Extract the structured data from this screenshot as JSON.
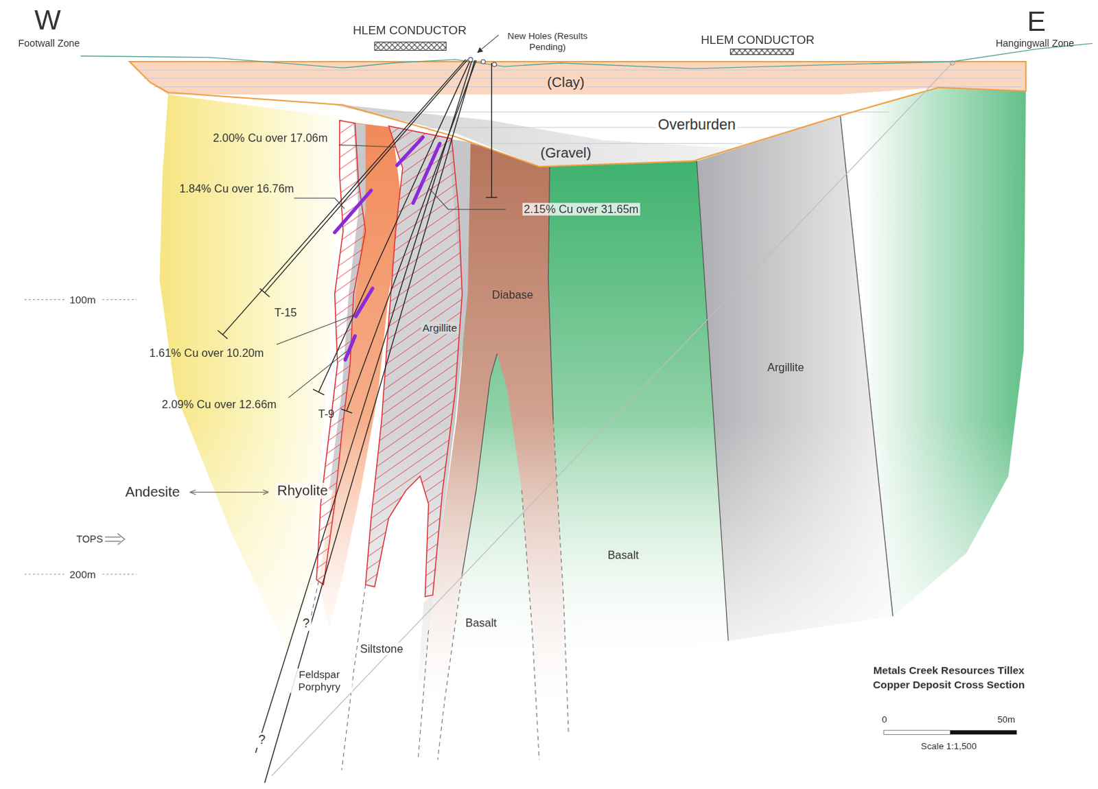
{
  "diagram": {
    "title": "Metals Creek Resources Tillex Copper Deposit Cross Section",
    "labels": [
      "W",
      "Footwall Zone",
      "HLEM CONDUCTOR",
      "New Holes (Results Pending)",
      "HLEM CONDUCTOR",
      "E",
      "Hangingwall Zone",
      "(Clay)",
      "Overburden",
      "(Gravel)",
      "2.00% Cu over 17.06m",
      "1.84% Cu over 16.76m",
      "2.15% Cu over 31.65m",
      "100m",
      "T-15",
      "Diabase",
      "Argillite",
      "1.61% Cu over 10.20m",
      "Argillite",
      "2.09% Cu over 12.66m",
      "T-9",
      "Andesite",
      "Rhyolite",
      "TOPS",
      "200m",
      "Basalt",
      "?",
      "Basalt",
      "Siltstone",
      "Feldspar Porphyry",
      "?",
      "0",
      "50m",
      "Scale 1:1,500"
    ]
  }
}
